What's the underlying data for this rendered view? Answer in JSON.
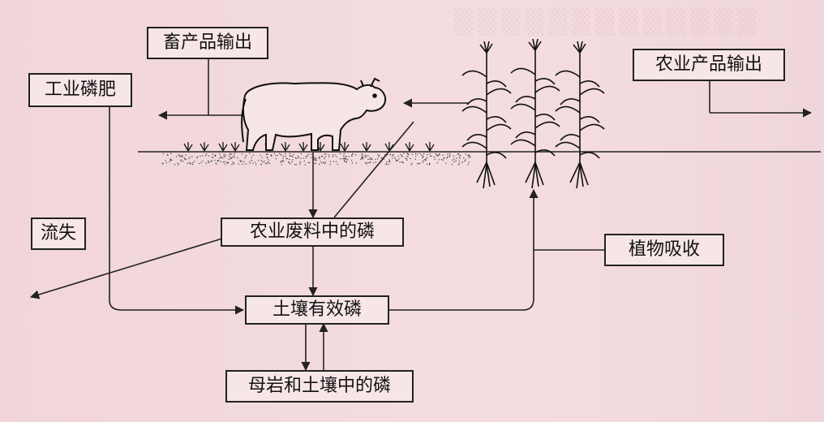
{
  "diagram": {
    "boxes": {
      "livestock_output": "畜产品输出",
      "industrial_fertilizer": "工业磷肥",
      "agri_output": "农业产品输出",
      "runoff": "流失",
      "agri_waste_p": "农业废料中的磷",
      "plant_uptake": "植物吸收",
      "soil_available_p": "土壤有效磷",
      "parent_rock_p": "母岩和土壤中的磷"
    },
    "colors": {
      "line": "#222222",
      "background": "#f3d9dc",
      "box_fill": "#f7e6e8"
    },
    "icons": [
      "cow-icon",
      "corn-plant-icon",
      "grass-icon",
      "soil-line"
    ]
  }
}
